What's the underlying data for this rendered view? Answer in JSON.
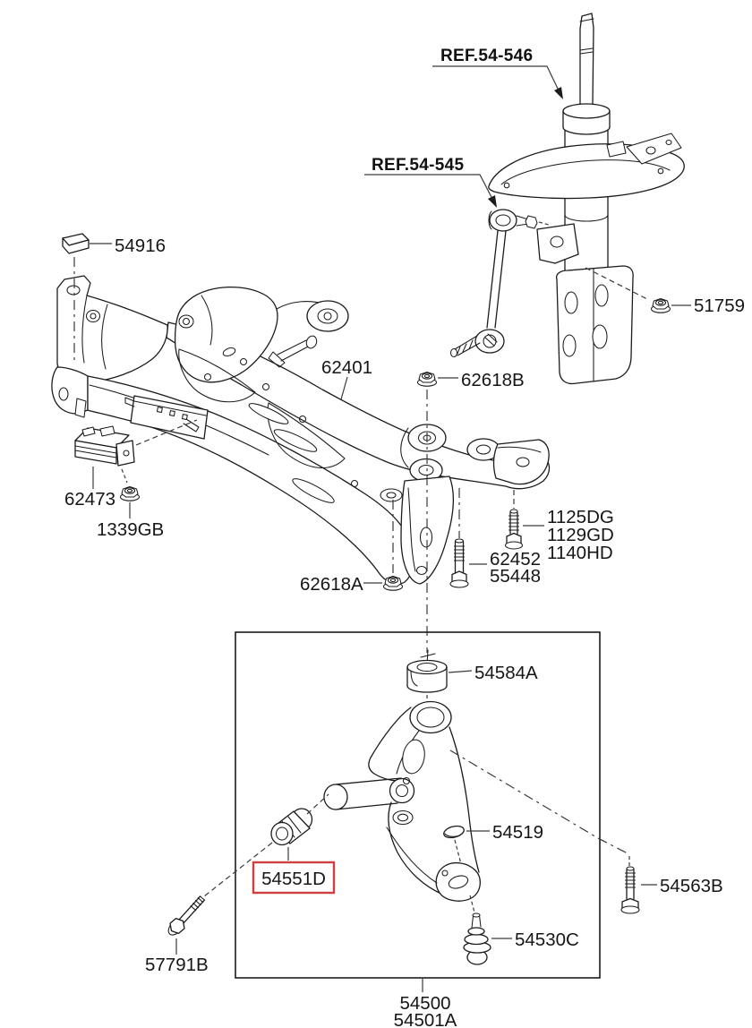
{
  "diagram": {
    "background_color": "#ffffff",
    "line_color": "#1c1c1c",
    "highlight_box_color": "#cf4040",
    "highlighted_part": "54551D"
  },
  "reference_callouts": {
    "strut": "REF.54-546",
    "stabilizer_link": "REF.54-545"
  },
  "part_callouts": {
    "insulator_pad": "54916",
    "strut_nut": "51759",
    "crossmember": "62401",
    "center_nut": "62618B",
    "bracket": "62473",
    "bracket_nut": "1339GB",
    "rear_nut": "62618A",
    "center_bolt_a": "62452",
    "center_bolt_b": "55448",
    "right_bolt_a": "1125DG",
    "right_bolt_b": "1129GD",
    "right_bolt_c": "1140HD",
    "rear_bushing": "54584A",
    "washer": "54519",
    "front_bushing": "54551D",
    "ball_joint": "54530C",
    "front_bolt": "57791B",
    "knuckle_bolt": "54563B",
    "arm_assembly_a": "54500",
    "arm_assembly_b": "54501A"
  }
}
